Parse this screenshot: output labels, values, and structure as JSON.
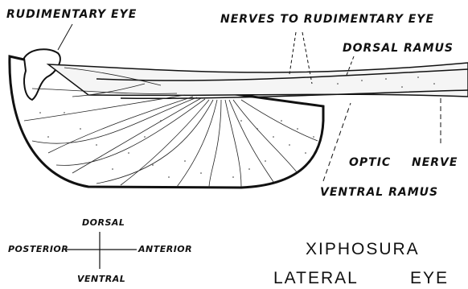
{
  "labels": {
    "rudimentary_eye": "RUDIMENTARY EYE",
    "nerves_to_rudimentary_eye": "NERVES TO RUDIMENTARY EYE",
    "dorsal_ramus": "DORSAL RAMUS",
    "optic_nerve_1": "OPTIC",
    "optic_nerve_2": "NERVE",
    "ventral_ramus": "VENTRAL RAMUS"
  },
  "orientation": {
    "dorsal": "DORSAL",
    "posterior": "POSTERIOR",
    "anterior": "ANTERIOR",
    "ventral": "VENTRAL"
  },
  "title": {
    "line1": "XIPHOSURA",
    "line2_a": "LATERAL",
    "line2_b": "EYE"
  },
  "colors": {
    "ink": "#111111",
    "paper": "#ffffff"
  }
}
